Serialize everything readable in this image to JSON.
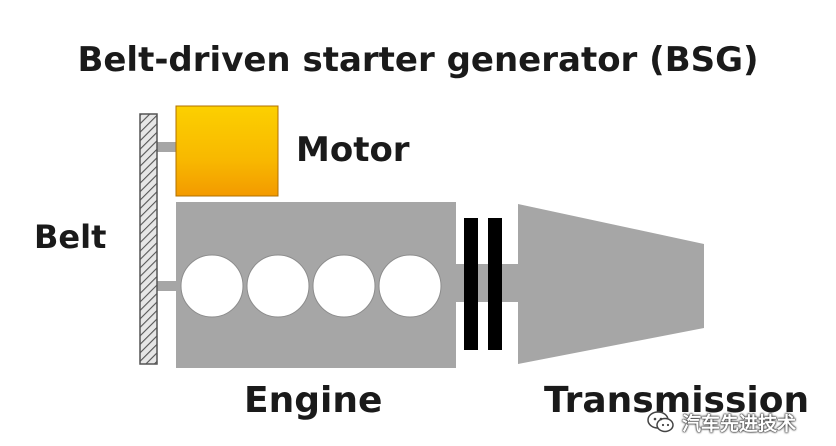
{
  "title": "Belt-driven starter generator (BSG)",
  "labels": {
    "motor": "Motor",
    "belt": "Belt",
    "engine": "Engine",
    "transmission": "Transmission"
  },
  "engine": {
    "cylinder_count": 4
  },
  "watermark": {
    "text": "汽车先进技术",
    "icon": "wechat-icon"
  },
  "colors": {
    "motor_top": "#fcd000",
    "motor_bottom": "#f39a00",
    "engine": "#a6a6a6",
    "clutch": "#000000",
    "belt_stroke": "#555555"
  }
}
